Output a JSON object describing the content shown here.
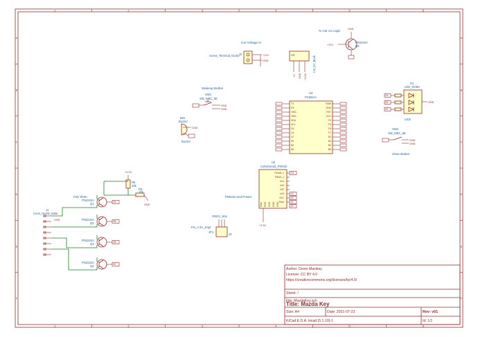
{
  "title_block": {
    "author": "Author: Devin Macklay",
    "license": "License: CC BY 4.0",
    "license_url": "https://creativecommons.org/licenses/by/4.0/",
    "sheet": "Sheet: /",
    "file": "File: MazdaKey.sch",
    "title": "Title: Mazda Key",
    "size": "Size: A4",
    "date": "Date: 2021-07-23",
    "rev": "Rev: v01",
    "tool": "KiCad E.D.A.  kicad (5.1.10)-1",
    "id": "Id: 1/1"
  },
  "border": {
    "columns": [
      "1",
      "2",
      "3",
      "4",
      "5",
      "6"
    ],
    "rows": [
      "A",
      "B",
      "C",
      "D",
      "E",
      "F"
    ]
  },
  "labels": {
    "car_voltage": "Car Voltage In",
    "car_on_logic": "% Car on Logic",
    "wakeup_button": "Wakeup Button",
    "fob_shim": "Fob Shim",
    "pms_power": "PMS32 and Power",
    "led": "LED",
    "clear_button": "Clear Button",
    "gnd": "GND",
    "v33": "+3.3V",
    "v12": "+12V",
    "vin_label": "+V"
  },
  "components": {
    "screw_terminal": {
      "ref": "J2",
      "value": "Screw_Terminal_01x02"
    },
    "q_logic": {
      "ref": "Q5",
      "value": "PN2222A"
    },
    "reg": {
      "ref": "U3",
      "value": "LM_5V_Buck"
    },
    "sw1": {
      "ref": "SW1",
      "value": "SW_MEC_5E"
    },
    "mcu": {
      "ref": "U4",
      "value": "ProMicro"
    },
    "buzzer": {
      "ref": "BZ1",
      "value": "Buzzer"
    },
    "led_rgb": {
      "ref": "D1",
      "value": "LED_RGBA"
    },
    "sw2": {
      "ref": "SW2",
      "value": "SW_MEC_5E"
    },
    "pms": {
      "ref": "U2",
      "value": "Cottonwood_PMS32"
    },
    "res_r6": {
      "ref": "R6",
      "value": "10k"
    },
    "res_r5": {
      "ref": "R5",
      "value": "10k"
    },
    "conn_fob": {
      "ref": "J1",
      "value": "Conn_01x08_Male"
    },
    "q1": {
      "ref": "Q1",
      "value": "PN2222A"
    },
    "q2": {
      "ref": "Q2",
      "value": "PN2222A"
    },
    "q3": {
      "ref": "Q3",
      "value": "PN2222A"
    },
    "q4": {
      "ref": "Q4",
      "value": "PN2222A"
    },
    "jumper": {
      "ref": "JP1",
      "value": "Pin_3.3V_Jmpr"
    },
    "gnd_jmp": {
      "ref": "J3",
      "value": "GND3_Jmp"
    }
  },
  "mcu_pins_left": [
    "TX",
    "RX",
    "GND",
    "GND",
    "SDA",
    "SCL",
    "D4",
    "C6",
    "D7",
    "E6",
    "B4",
    "B5"
  ],
  "mcu_pins_right": [
    "RAW",
    "GND",
    "RST",
    "VCC",
    "F4",
    "F5",
    "F6",
    "F7",
    "B1",
    "B3",
    "B2",
    "B6"
  ],
  "pms_pins_left": [
    "Period_1",
    "Piston_1",
    "Int1",
    "Int2",
    "INT",
    "Int3",
    "SCL",
    "Mosi",
    "Miso",
    "PGD",
    "VDD",
    "GND",
    "GND"
  ],
  "pms_net_flags": [
    "D3",
    "A3",
    "A2",
    "A1",
    "A0"
  ],
  "fob_net_flags": [
    "B4",
    "B5",
    "B6",
    "B7"
  ],
  "led_net_flags": [
    "D5",
    "D6",
    "D9"
  ]
}
